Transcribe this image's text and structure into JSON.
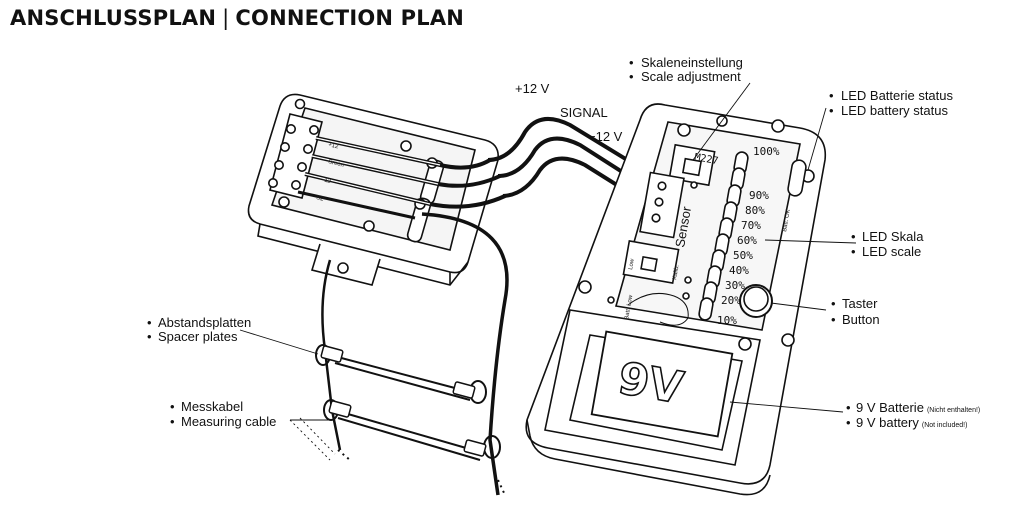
{
  "header": {
    "title_de": "ANSCHLUSSPLAN",
    "separator": "|",
    "title_en": "CONNECTION PLAN"
  },
  "wires": {
    "plus12": "+12 V",
    "signal": "SIGNAL",
    "minus12": "−12 V"
  },
  "labels": {
    "scale_adjust_de": "Skaleneinstellung",
    "scale_adjust_en": "Scale adjustment",
    "led_battery_de": "LED Batterie status",
    "led_battery_en": "LED battery status",
    "led_scale_de": "LED Skala",
    "led_scale_en": "LED scale",
    "button_de": "Taster",
    "button_en": "Button",
    "battery_de": "9 V Batterie",
    "battery_de_note": "(Nicht enthalten!)",
    "battery_en": "9 V battery",
    "battery_en_note": "(Not included!)",
    "spacer_de": "Abstandsplatten",
    "spacer_en": "Spacer plates",
    "cable_de": "Messkabel",
    "cable_en": "Measuring cable",
    "bullet": "•"
  },
  "device": {
    "chip_label": "M227",
    "sensor_label": "Sensor",
    "battery_text": "9V",
    "scale_steps": [
      "100%",
      "90%",
      "80%",
      "70%",
      "60%",
      "50%",
      "40%",
      "30%",
      "20%",
      "10%"
    ],
    "batt_ok": "Batt. OK",
    "batt_low": "Batt. Low",
    "lower_pot": "Low",
    "lower_pot_2": "Kalib."
  },
  "junction_box": {
    "term_labels": [
      "+12",
      "S",
      "-12",
      "S2"
    ],
    "screen_label": "Sreen"
  }
}
